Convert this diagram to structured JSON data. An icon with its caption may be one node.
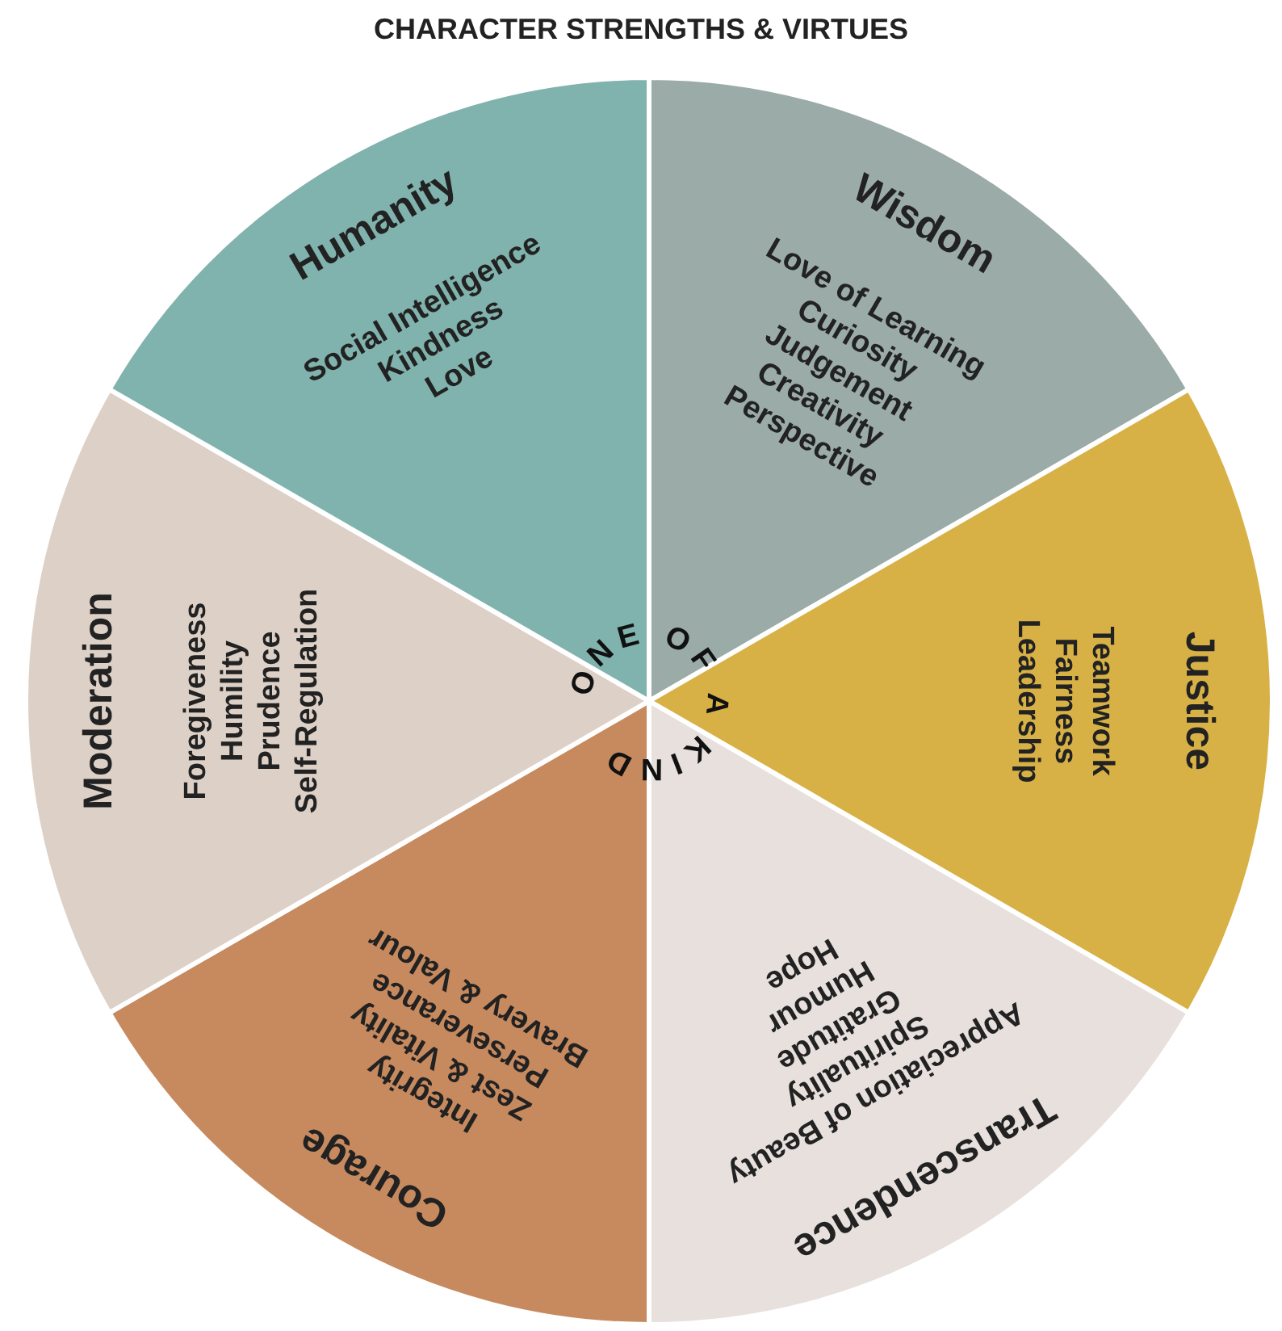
{
  "diagram": {
    "title": "CHARACTER STRENGTHS & VIRTUES",
    "nodes": [
      {
        "text": [
          "Wisdom",
          "Love of Learning",
          "Curiosity",
          "Judgement",
          "Creativity",
          "Perspective"
        ]
      },
      {
        "text": [
          "Justice",
          "Teamwork",
          "Fairness",
          "Leadership"
        ]
      },
      {
        "text": [
          "Transcendence",
          "Appreciation of Beauty",
          "Spirituality",
          "Gratitude",
          "Humour",
          "Hope"
        ]
      },
      {
        "text": [
          "Courage",
          "Integrity",
          "Zest & Vitality",
          "Perseverance",
          "Bravery & Valour"
        ]
      },
      {
        "text": [
          "Moderation",
          "Foregiveness",
          "Humility",
          "Prudence",
          "Self-Regulation"
        ]
      },
      {
        "text": [
          "Humanity",
          "Social Intelligence",
          "Kindness",
          "Love"
        ]
      }
    ],
    "labels": [
      "ONE OF A KIND"
    ]
  }
}
